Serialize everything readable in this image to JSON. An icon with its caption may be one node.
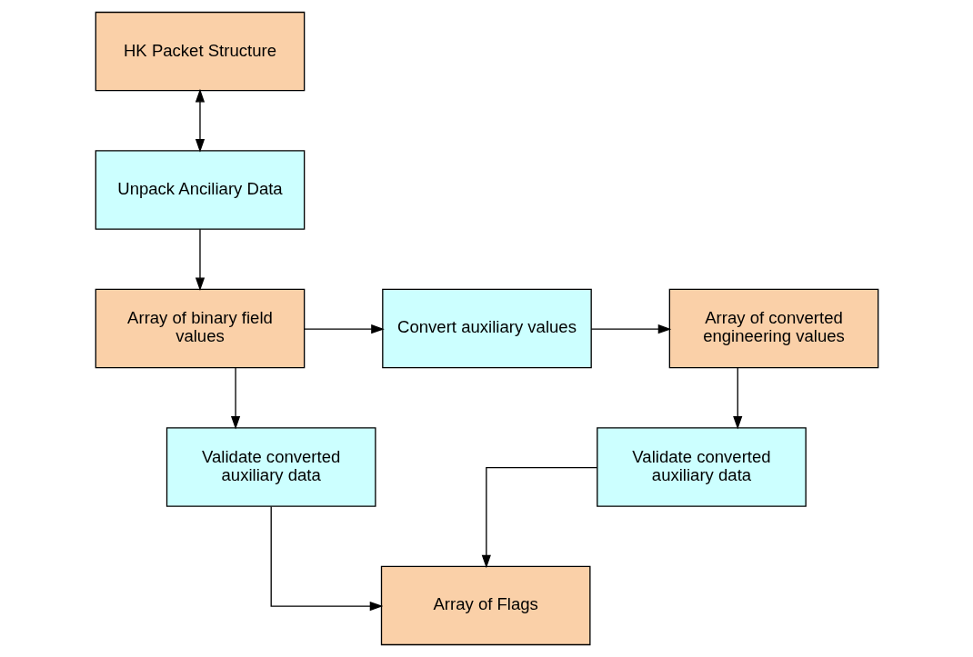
{
  "diagram": {
    "nodes": [
      {
        "text": [
          "HK Packet Structure"
        ]
      },
      {
        "text": [
          "Unpack Anciliary Data"
        ]
      },
      {
        "text": [
          "Array of binary field values"
        ]
      },
      {
        "text": [
          "Convert auxiliary values"
        ]
      },
      {
        "text": [
          "Array of converted engineering values"
        ]
      },
      {
        "text": [
          "Validate converted auxiliary data"
        ]
      },
      {
        "text": [
          "Validate converted auxiliary data"
        ]
      },
      {
        "text": [
          "Array of Flags"
        ]
      }
    ],
    "edges": [
      {
        "from": 0,
        "to": 1,
        "arrow": "both"
      },
      {
        "from": 1,
        "to": 2,
        "arrow": "to"
      },
      {
        "from": 2,
        "to": 3,
        "arrow": "to"
      },
      {
        "from": 3,
        "to": 4,
        "arrow": "to"
      },
      {
        "from": 2,
        "to": 5,
        "arrow": "to"
      },
      {
        "from": 4,
        "to": 6,
        "arrow": "to"
      },
      {
        "from": 5,
        "to": 7,
        "arrow": "to"
      },
      {
        "from": 6,
        "to": 7,
        "arrow": "to"
      }
    ]
  }
}
